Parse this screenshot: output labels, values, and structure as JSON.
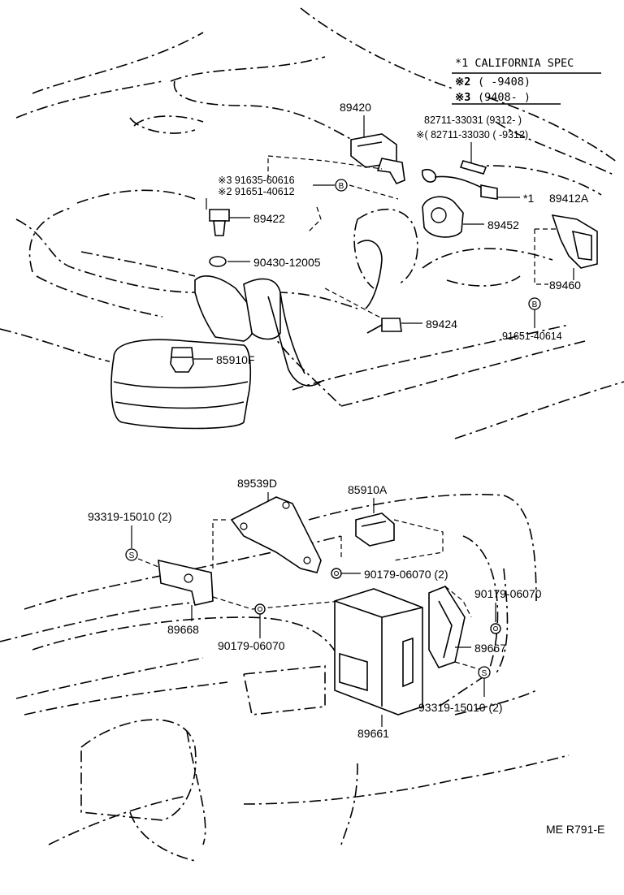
{
  "notes": {
    "note1": "*1 CALIFORNIA SPEC",
    "note2_mark": "※2",
    "note2_range": "(      -9408)",
    "note3_mark": "※3",
    "note3_range": "(9408-        )"
  },
  "upper": {
    "p89420": "89420",
    "ref_a": "82711-33031 (9312-       )",
    "ref_b": "※( 82711-33030 (       -9312)",
    "ref_c": "※3 91635-60616",
    "ref_d": "※2 91651-40612",
    "p89422": "89422",
    "p89452": "89452",
    "p89412a_mark": "*1",
    "p89412a": "89412A",
    "p90430": "90430-12005",
    "p89460": "89460",
    "p89424": "89424",
    "p91651": "91651-40614",
    "p85910f": "85910F",
    "bolt_b": "B"
  },
  "lower": {
    "p89539d": "89539D",
    "p85910a": "85910A",
    "p93319a": "93319-15010 (2)",
    "p90179a": "90179-06070 (2)",
    "p90179b": "90179-06070",
    "p89668": "89668",
    "p90179c": "90179-06070",
    "p89667": "89667",
    "p93319b": "93319-15010 (2)",
    "p89661": "89661",
    "screw_s": "S"
  },
  "footer": {
    "code": "ME  R791-E"
  }
}
